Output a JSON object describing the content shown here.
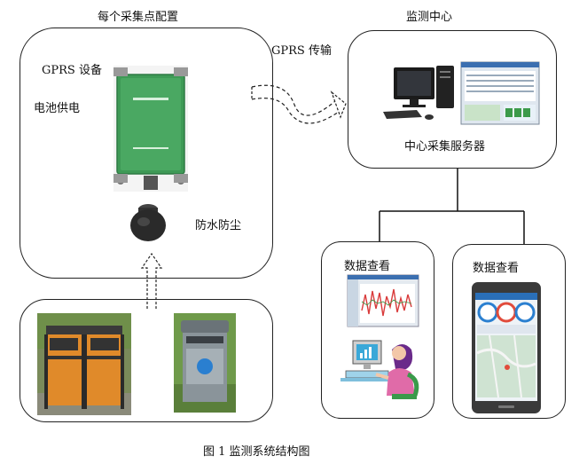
{
  "collect_point": {
    "title": "每个采集点配置",
    "gprs_device": "GPRS 设备",
    "battery": "电池供电",
    "waterproof": "防水防尘"
  },
  "link": {
    "label": "GPRS 传输"
  },
  "center": {
    "title": "监测中心",
    "server": "中心采集服务器"
  },
  "view_pc": {
    "label": "数据查看"
  },
  "view_mobile": {
    "label": "数据查看"
  },
  "caption": "图 1 监测系统结构图",
  "colors": {
    "device_green": "#3e9a56",
    "bin_orange": "#e08a2a",
    "bin_grey": "#8a949a",
    "screen_blue": "#2a7fd0"
  }
}
